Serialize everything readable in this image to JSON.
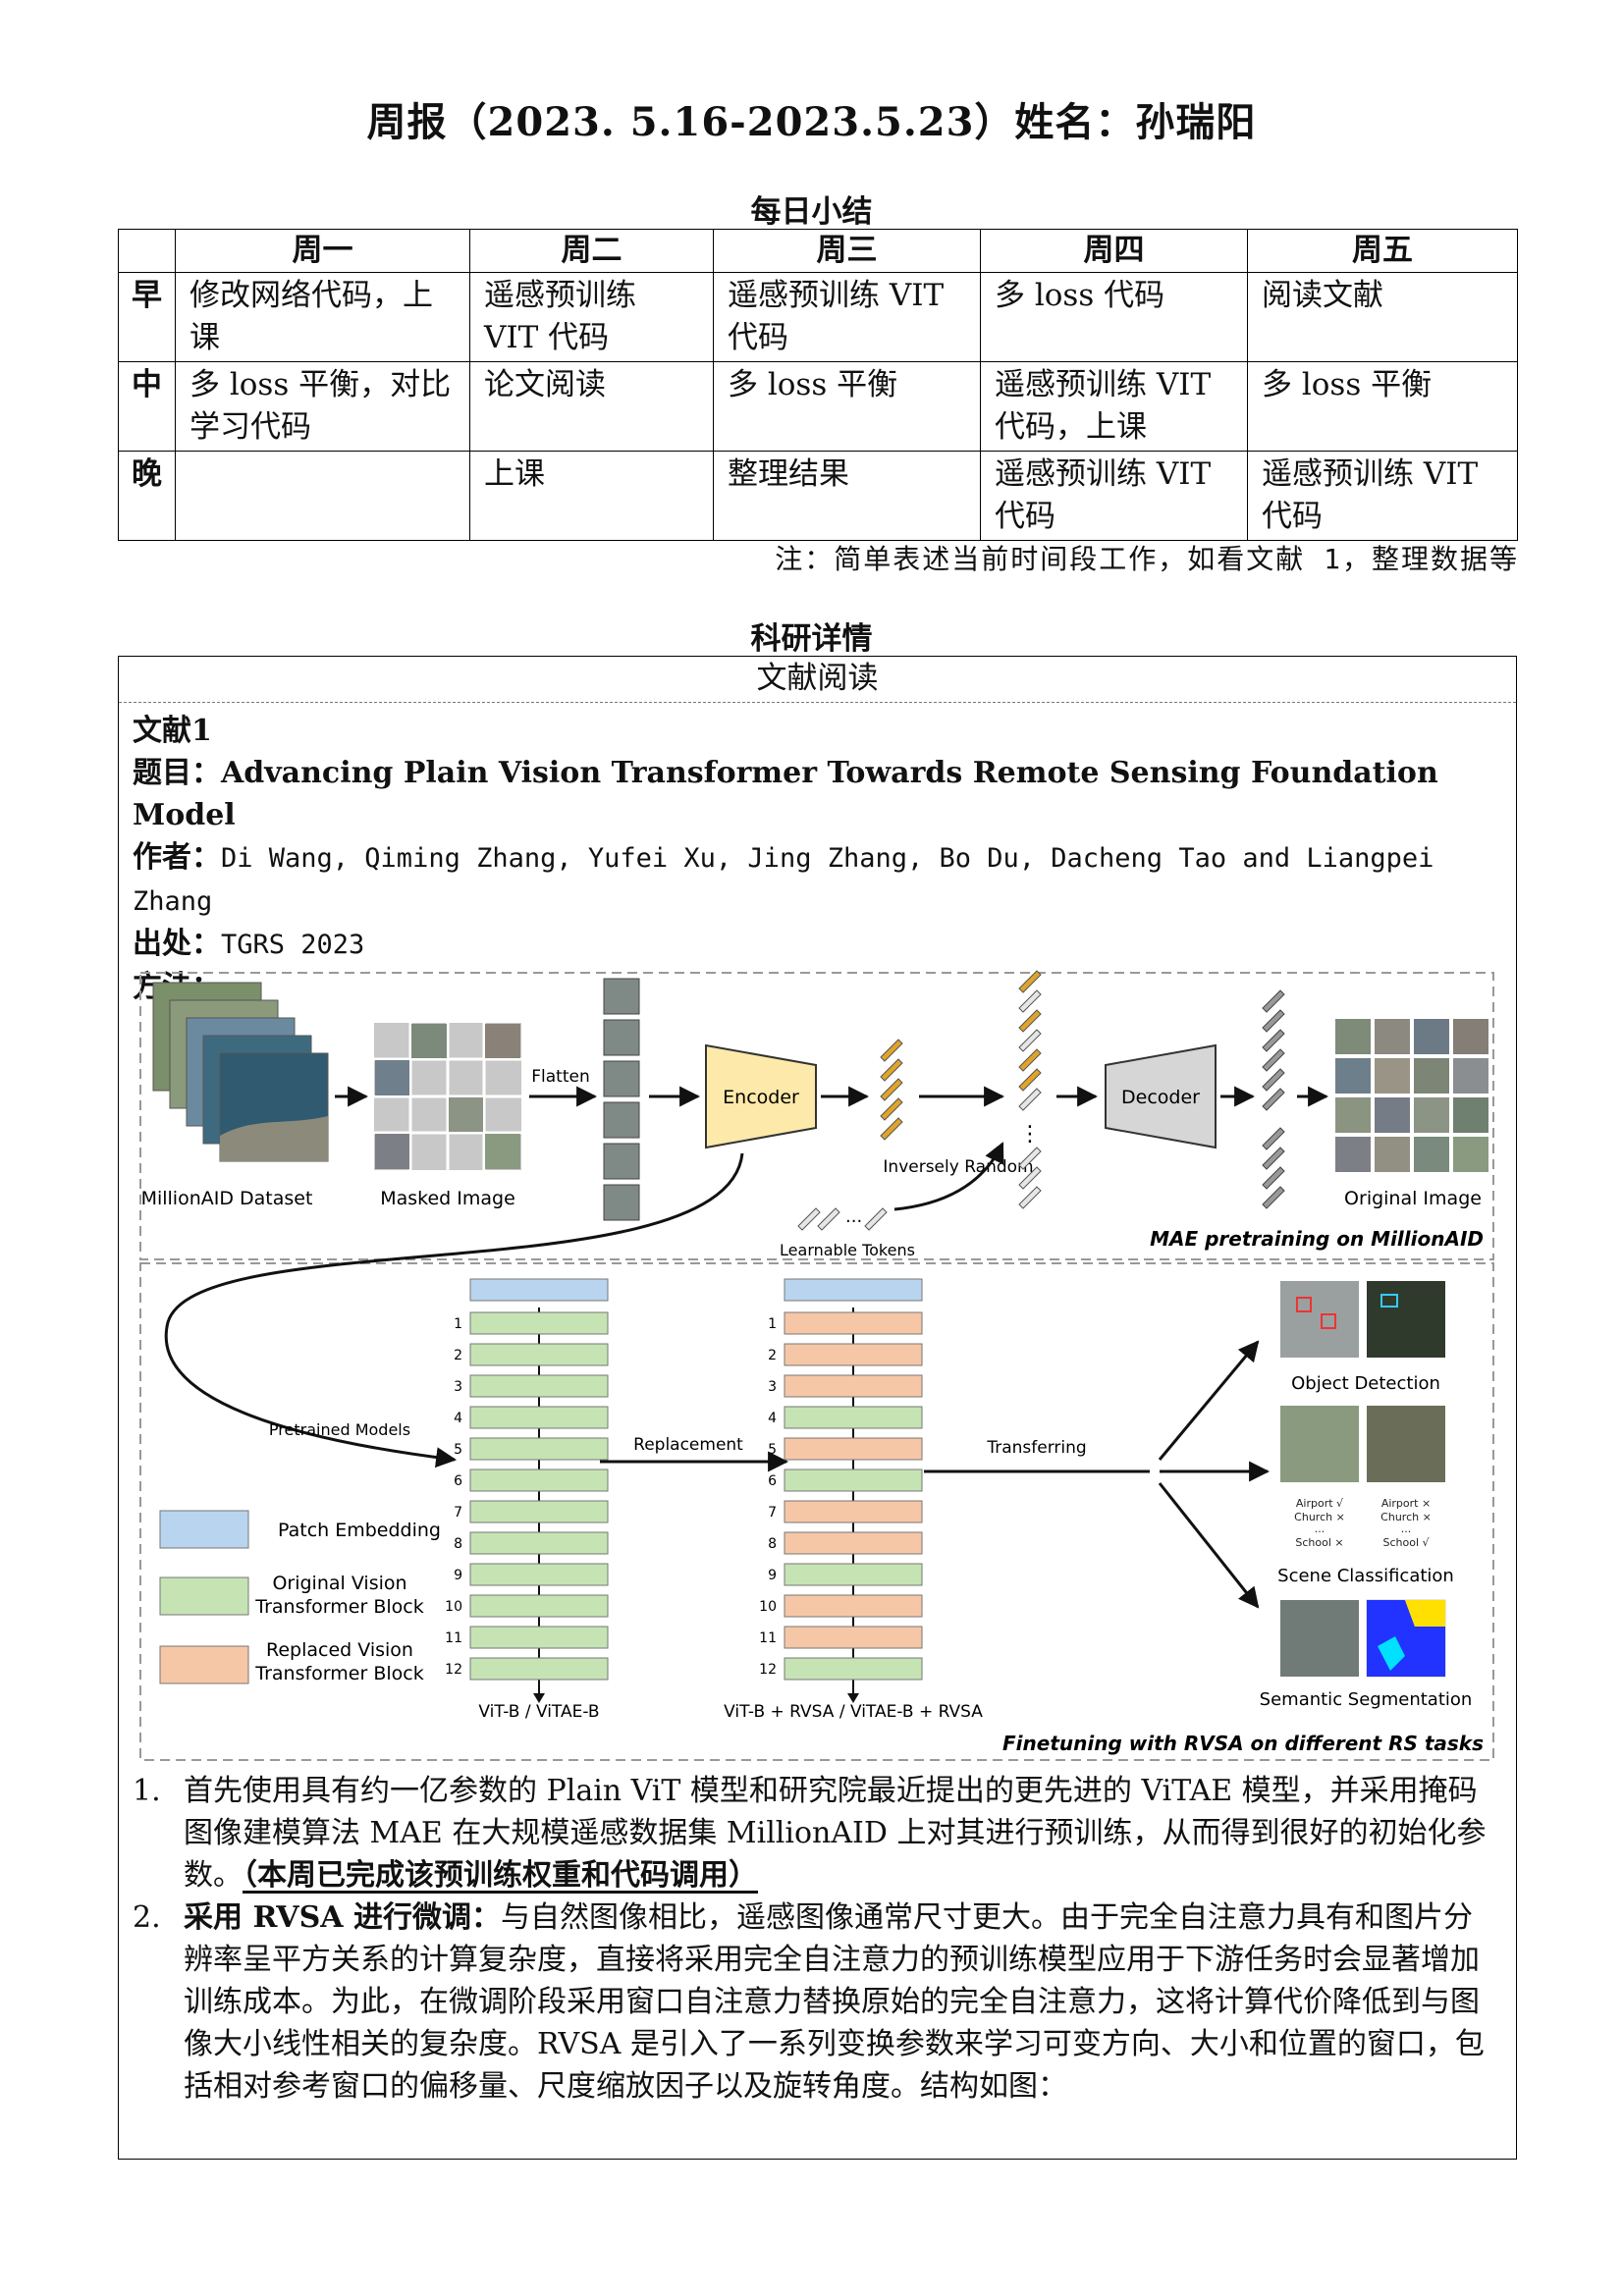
{
  "page_title": "周报（2023. 5.16-2023.5.23）姓名：孙瑞阳",
  "daily": {
    "title": "每日小结",
    "headers": [
      "",
      "周一",
      "周二",
      "周三",
      "周四",
      "周五"
    ],
    "rows": [
      {
        "slot": "早",
        "cells": [
          "修改网络代码，上课",
          "遥感预训练 VIT 代码",
          "遥感预训练 VIT 代码",
          "多 loss 代码",
          "阅读文献"
        ]
      },
      {
        "slot": "中",
        "cells": [
          "多 loss 平衡，对比学习代码",
          "论文阅读",
          "多 loss 平衡",
          "遥感预训练 VIT 代码，上课",
          "多 loss 平衡"
        ]
      },
      {
        "slot": "晚",
        "cells": [
          "",
          "上课",
          "整理结果",
          "遥感预训练 VIT 代码",
          "遥感预训练 VIT 代码"
        ]
      }
    ],
    "note": "注：简单表述当前时间段工作，如看文献 1，整理数据等"
  },
  "research": {
    "title": "科研详情",
    "box_header": "文献阅读",
    "paper": {
      "label": "文献1",
      "title_label": "题目：",
      "title": "Advancing Plain Vision Transformer Towards Remote Sensing Foundation Model",
      "authors_label": "作者：",
      "authors": "Di Wang, Qiming Zhang, Yufei Xu, Jing Zhang, Bo Du, Dacheng Tao and Liangpei Zhang",
      "source_label": "出处：",
      "source": "TGRS 2023",
      "method_label": "方法："
    },
    "figure": {
      "millionaid": "MillionAID Dataset",
      "masked": "Masked Image",
      "flatten": "Flatten",
      "encoder": "Encoder",
      "inversely_random": "Inversely Random",
      "learnable_tokens": "Learnable Tokens",
      "decoder": "Decoder",
      "original_image": "Original Image",
      "mae_caption": "MAE pretraining on MillionAID",
      "pretrained_models": "Pretrained Models",
      "replacement": "Replacement",
      "transferring": "Transferring",
      "legend_patch": "Patch Embedding",
      "legend_original_1": "Original Vision",
      "legend_original_2": "Transformer Block",
      "legend_replaced_1": "Replaced Vision",
      "legend_replaced_2": "Transformer Block",
      "stack_left_label": "ViT-B / ViTAE-B",
      "stack_right_label": "ViT-B + RVSA / ViTAE-B + RVSA",
      "block_numbers": [
        "1",
        "2",
        "3",
        "4",
        "5",
        "6",
        "7",
        "8",
        "9",
        "10",
        "11",
        "12"
      ],
      "object_detection": "Object Detection",
      "scene_classification": "Scene Classification",
      "semantic_segmentation": "Semantic Segmentation",
      "scene_left": [
        "Airport √",
        "Church ×",
        "...",
        "School ×"
      ],
      "scene_right": [
        "Airport ×",
        "Church ×",
        "...",
        "School √"
      ],
      "finetune_caption": "Finetuning with RVSA on different RS tasks",
      "colors": {
        "encoder": "#fde9a9",
        "decoder": "#d6d6d6",
        "patch": "#b9d4ee",
        "original": "#c6e3b4",
        "replaced": "#f6c7a6",
        "token": "#e0a42a"
      }
    },
    "items": [
      {
        "num": "1.",
        "lead": "",
        "text": "首先使用具有约一亿参数的 Plain ViT 模型和研究院最近提出的更先进的 ViTAE 模型，并采用掩码图像建模算法 MAE 在大规模遥感数据集 MillionAID 上对其进行预训练，从而得到很好的初始化参数。",
        "underline": "（本周已完成该预训练权重和代码调用）"
      },
      {
        "num": "2.",
        "lead": "采用 RVSA 进行微调：",
        "text": "与自然图像相比，遥感图像通常尺寸更大。由于完全自注意力具有和图片分辨率呈平方关系的计算复杂度，直接将采用完全自注意力的预训练模型应用于下游任务时会显著增加训练成本。为此，在微调阶段采用窗口自注意力替换原始的完全自注意力，这将计算代价降低到与图像大小线性相关的复杂度。RVSA 是引入了一系列变换参数来学习可变方向、大小和位置的窗口，包括相对参考窗口的偏移量、尺度缩放因子以及旋转角度。结构如图：",
        "underline": ""
      }
    ]
  }
}
